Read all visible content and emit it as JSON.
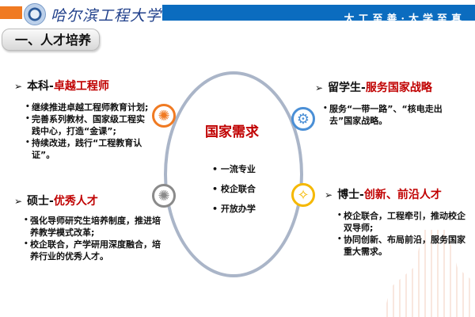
{
  "header": {
    "school_name": "哈尔滨工程大学",
    "motto": "大工至善·大学至真"
  },
  "section_title": "一、人才培养",
  "center": {
    "title": "国家需求",
    "bullets": [
      "一流专业",
      "校企联合",
      "开放办学"
    ]
  },
  "blocks": [
    {
      "prefix": "本科-",
      "highlight": "卓越工程师",
      "items": [
        "继续推进卓越工程师教育计划;",
        "完善系列教材、国家级工程实践中心，打造“金课”;",
        "持续改进，践行“工程教育认证”。"
      ]
    },
    {
      "prefix": "硕士-",
      "highlight": "优秀人才",
      "items": [
        "强化导师研究生培养制度，推进培养教学模式改革;",
        "校企联合，产学研用深度融合，培养行业的优秀人才。"
      ]
    },
    {
      "prefix": "留学生-",
      "highlight": "服务国家战略",
      "items": [
        "服务“一带一路”、“核电走出去”国家战略。"
      ]
    },
    {
      "prefix": "博士-",
      "highlight": "创新、前沿人才",
      "items": [
        "校企联合，工程牵引，推动校企双导师;",
        "协同创新、布局前沿，服务国家重大需求。"
      ]
    }
  ],
  "colors": {
    "orange": "#f07a22",
    "blue": "#0b6cbf",
    "red": "#c00000",
    "gray": "#8a8a8a",
    "yellow": "#f5b800",
    "gear": "#4a8fd6"
  }
}
